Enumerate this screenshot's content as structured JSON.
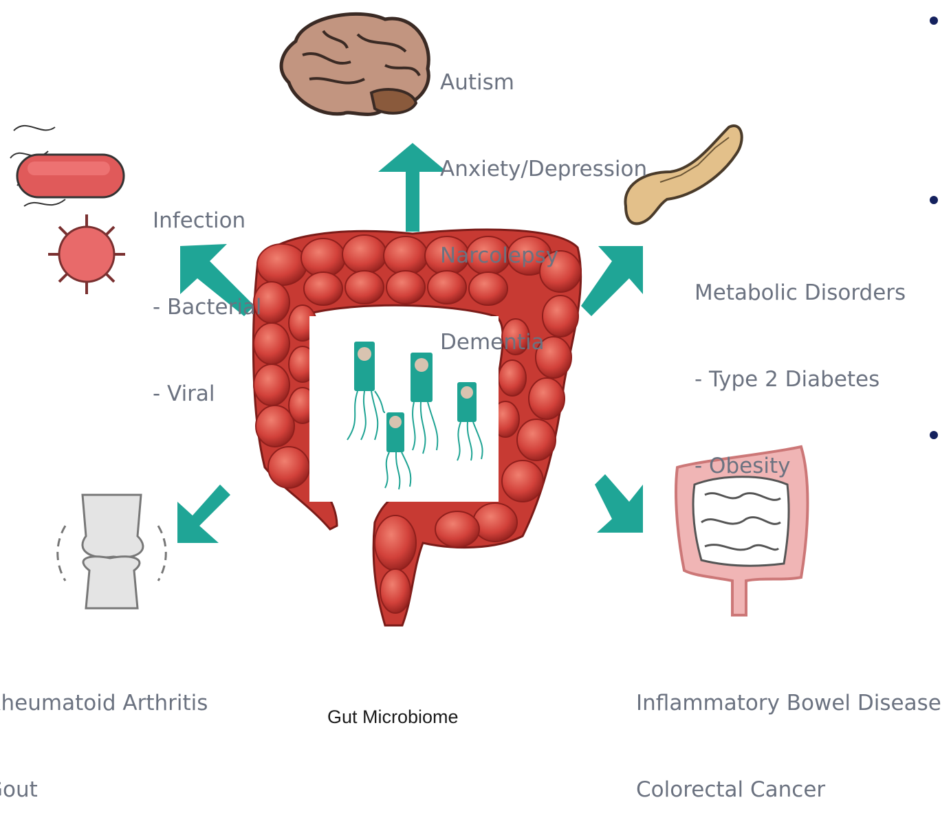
{
  "colors": {
    "arrow": "#1fa596",
    "colon": "#c9362f",
    "bacteria": "#1ea393",
    "label_text": "#6b7280",
    "bullet": "#14215e"
  },
  "brain": {
    "icon": "brain-icon",
    "items": [
      "Autism",
      "Anxiety/Depression",
      "Narcolepsy",
      "Dementia"
    ]
  },
  "infection": {
    "icon": "bacteria-virus-icon",
    "items": [
      "Infection",
      "- Bacterial",
      "- Viral"
    ]
  },
  "metabolic": {
    "icon": "pancreas-icon",
    "items": [
      "Metabolic Disorders",
      "- Type 2 Diabetes",
      "- Obesity"
    ]
  },
  "arthritis": {
    "icon": "knee-joint-icon",
    "items": [
      "Rheumatoid Arthritis",
      "Gout"
    ]
  },
  "ibd": {
    "icon": "intestines-icon",
    "items": [
      "Inflammatory Bowel Disease",
      "Colorectal Cancer"
    ]
  },
  "center": {
    "icon": "colon-icon",
    "caption": "Gut Microbiome"
  }
}
